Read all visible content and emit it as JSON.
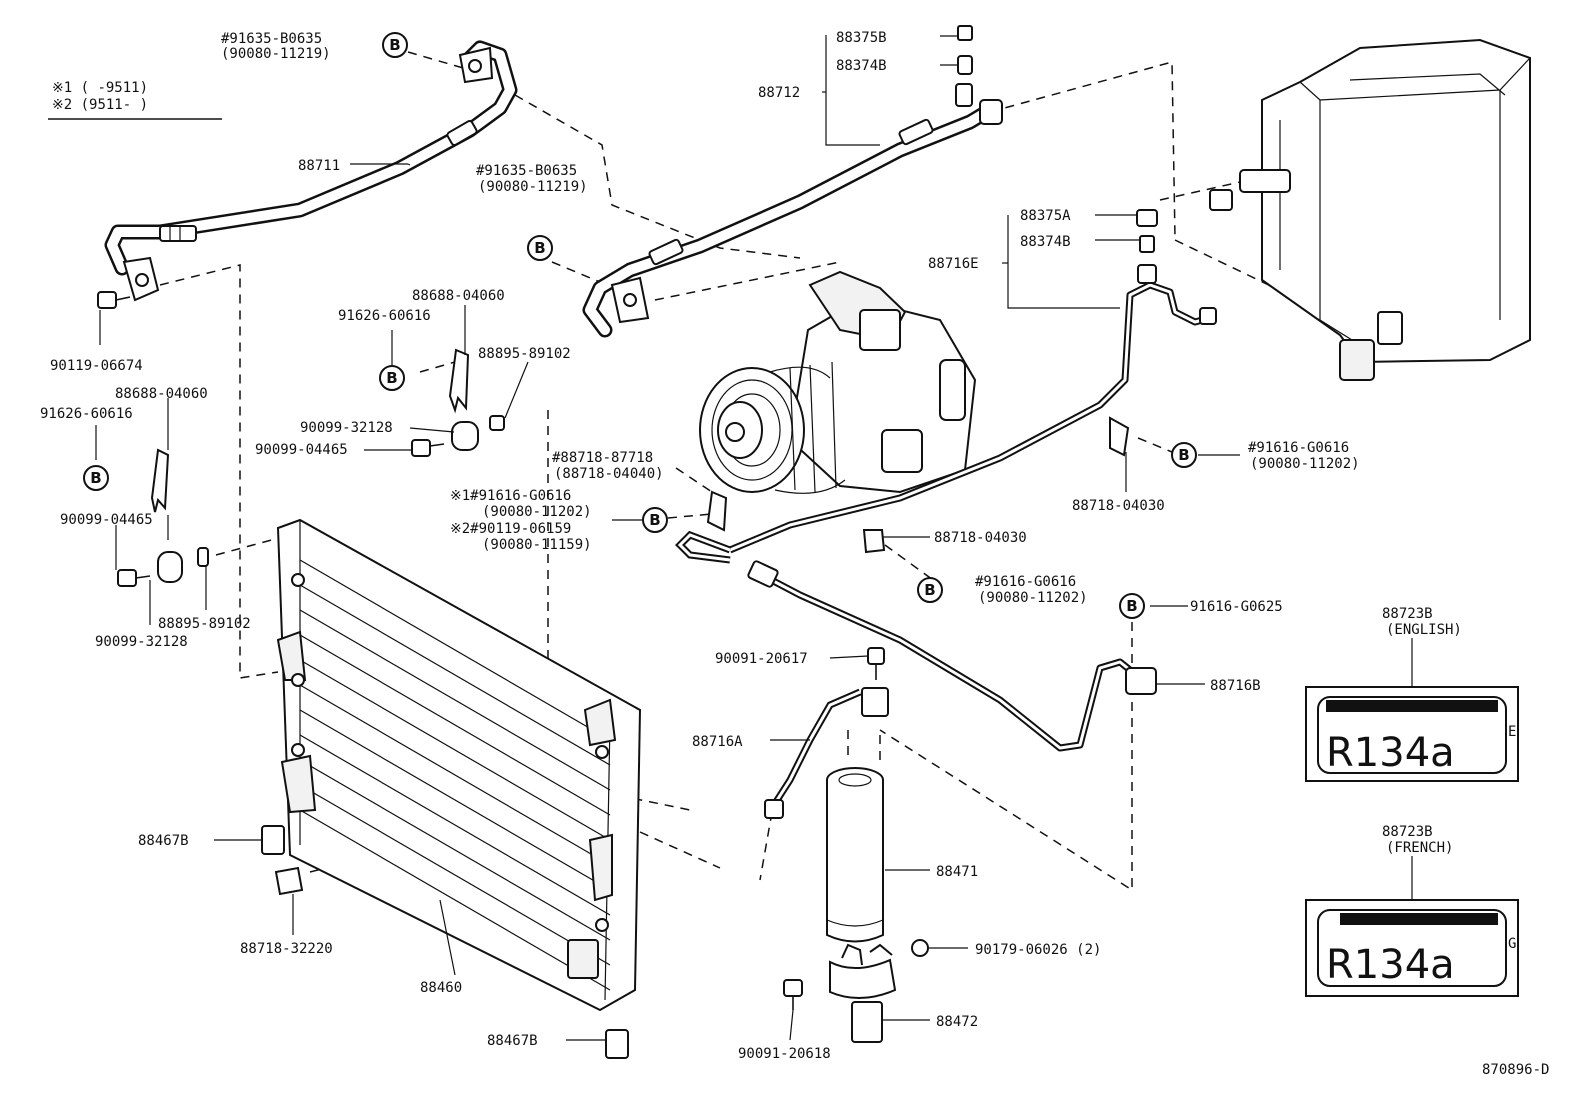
{
  "legend": {
    "line1": "※1 (     -9511)",
    "line2": "※2 (9511-     )"
  },
  "bubble_letter": "B",
  "callouts": {
    "c_91635_a": "#91635-B0635",
    "c_90080_a": "(90080-11219)",
    "c_88711": "88711",
    "c_90119": "90119-06674",
    "c_91626_a": "91626-60616",
    "c_88688_a": "88688-04060",
    "c_90099_04465_a": "90099-04465",
    "c_88895_a": "88895-89102",
    "c_90099_32128_a": "90099-32128",
    "c_91635_b": "#91635-B0635",
    "c_90080_b": "(90080-11219)",
    "c_91626_b": "91626-60616",
    "c_88688_b": "88688-04060",
    "c_88895_b": "88895-89102",
    "c_90099_32128_b": "90099-32128",
    "c_90099_04465_b": "90099-04465",
    "c_88718_87718": "#88718-87718",
    "c_88718_04040": "(88718-04040)",
    "c_n1_91616": "※1#91616-G0616",
    "c_n1_90080": "(90080-11202)",
    "c_n2_90119": "※2#90119-06159",
    "c_n2_90080": "(90080-11159)",
    "c_88375b": "88375B",
    "c_88374b": "88374B",
    "c_88712": "88712",
    "c_88375a": "88375A",
    "c_88374b_2": "88374B",
    "c_88716e": "88716E",
    "c_91616_r": "#91616-G0616",
    "c_90080_r": "(90080-11202)",
    "c_88718_04030_a": "88718-04030",
    "c_88718_04030_b": "88718-04030",
    "c_91616_m": "#91616-G0616",
    "c_90080_m": "(90080-11202)",
    "c_91616_g0625": "91616-G0625",
    "c_90091_20617": "90091-20617",
    "c_88716b": "88716B",
    "c_88716a": "88716A",
    "c_88467b_a": "88467B",
    "c_88718_32220": "88718-32220",
    "c_88460": "88460",
    "c_88471": "88471",
    "c_90179": "90179-06026 (2)",
    "c_88472": "88472",
    "c_90091_20618": "90091-20618",
    "c_88467b_b": "88467B",
    "c_88723b_en": "88723B",
    "c_english": "(ENGLISH)",
    "c_88723b_fr": "88723B",
    "c_french": "(FRENCH)",
    "c_ref": "870896-D"
  },
  "labels": {
    "en_text": "R134a",
    "en_suffix": "E",
    "fr_text": "R134a",
    "fr_suffix": "G"
  }
}
